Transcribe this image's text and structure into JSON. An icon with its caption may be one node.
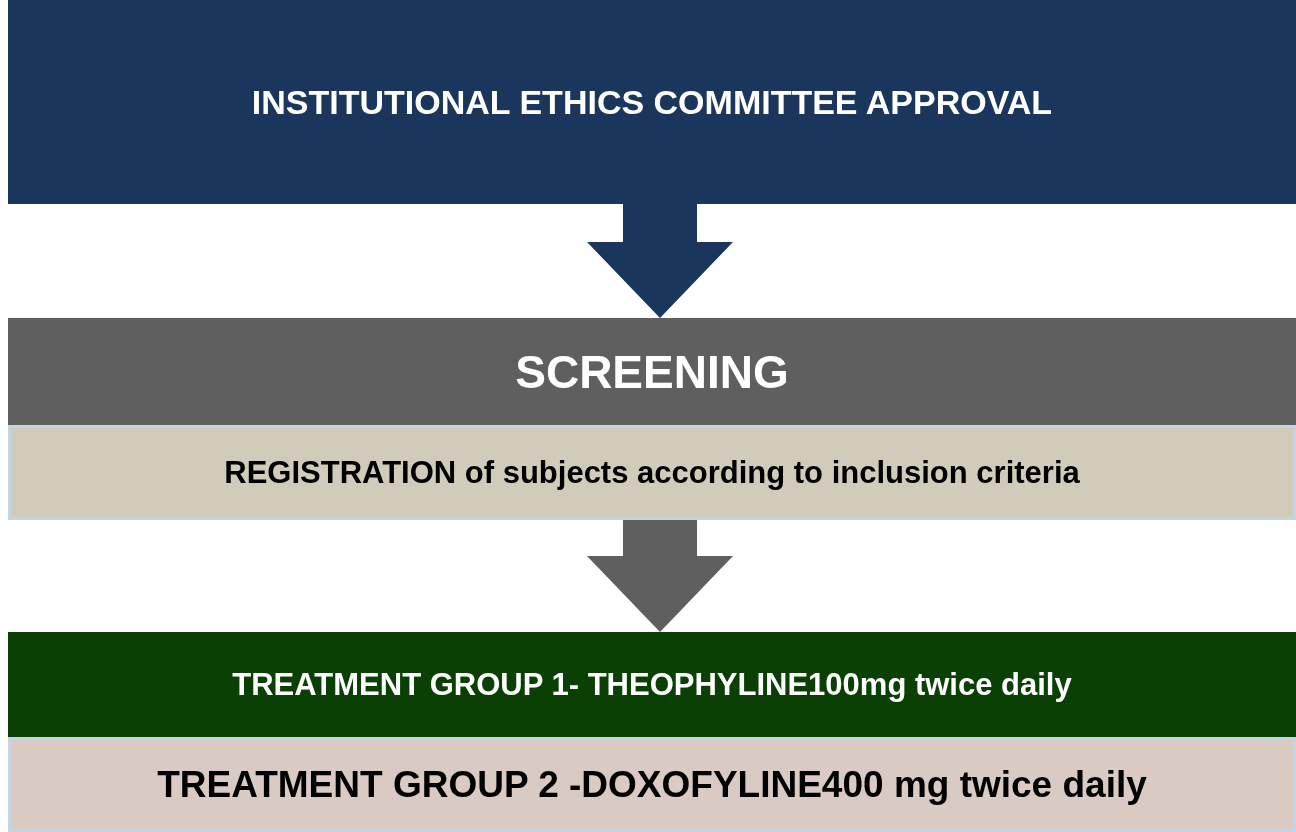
{
  "diagram": {
    "nodes": [
      {
        "text": [
          "INSTITUTIONAL ETHICS COMMITTEE APPROVAL"
        ]
      },
      {
        "text": [
          "SCREENING"
        ]
      },
      {
        "text": [
          "REGISTRATION of subjects according to inclusion criteria"
        ]
      },
      {
        "text": [
          "TREATMENT GROUP 1- THEOPHYLINE100mg twice daily"
        ]
      },
      {
        "text": [
          "TREATMENT GROUP 2 -DOXOFYLINE400 mg twice daily"
        ]
      }
    ],
    "edges": [
      {
        "from": 0,
        "to": 1,
        "arrow": "to",
        "color": "#1b365d"
      },
      {
        "from": 2,
        "to": 3,
        "arrow": "to",
        "color": "#5f5f5f"
      }
    ]
  }
}
